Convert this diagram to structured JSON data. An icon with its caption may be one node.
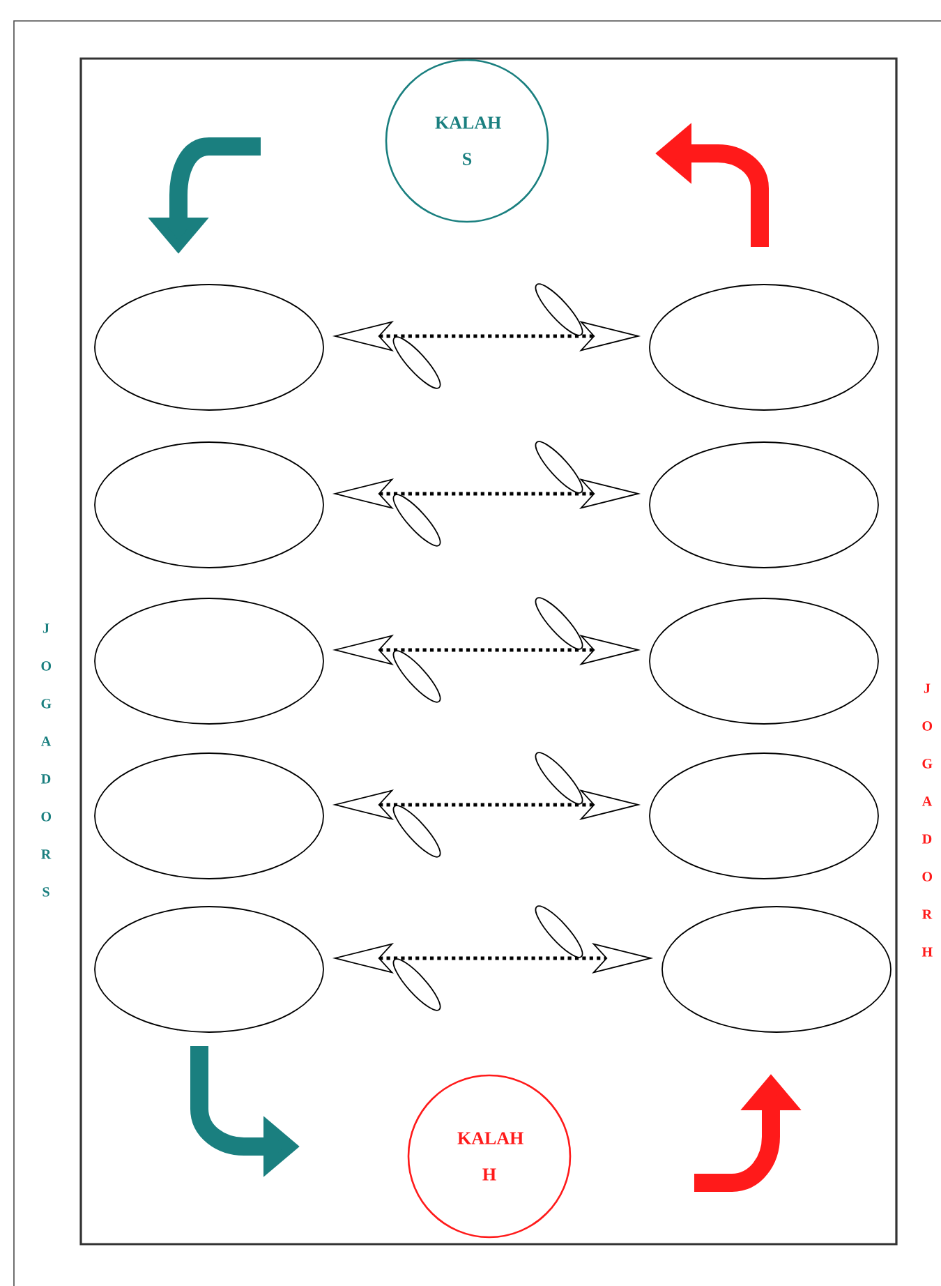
{
  "diagram": {
    "nodes": [
      {
        "text": [
          "KALAH S"
        ]
      },
      {
        "text": [],
        "shape": "ellipse"
      },
      {
        "text": [],
        "shape": "ellipse"
      },
      {
        "text": [],
        "shape": "ellipse"
      },
      {
        "text": [],
        "shape": "ellipse"
      },
      {
        "text": [],
        "shape": "ellipse"
      },
      {
        "text": [],
        "shape": "ellipse"
      },
      {
        "text": [],
        "shape": "ellipse"
      },
      {
        "text": [],
        "shape": "ellipse"
      },
      {
        "text": [],
        "shape": "ellipse"
      },
      {
        "text": [],
        "shape": "ellipse"
      },
      {
        "text": [
          "KALAH H"
        ]
      }
    ],
    "edges": [
      {
        "from": 1,
        "to": 2,
        "arrow": "both",
        "style": "dashed"
      },
      {
        "from": 3,
        "to": 4,
        "arrow": "both",
        "style": "dashed"
      },
      {
        "from": 5,
        "to": 6,
        "arrow": "both",
        "style": "dashed"
      },
      {
        "from": 7,
        "to": 8,
        "arrow": "both",
        "style": "dashed"
      },
      {
        "from": 9,
        "to": 10,
        "arrow": "both",
        "style": "dashed"
      }
    ],
    "labels": [
      "JOGADOR S",
      "JOGADOR H"
    ]
  }
}
